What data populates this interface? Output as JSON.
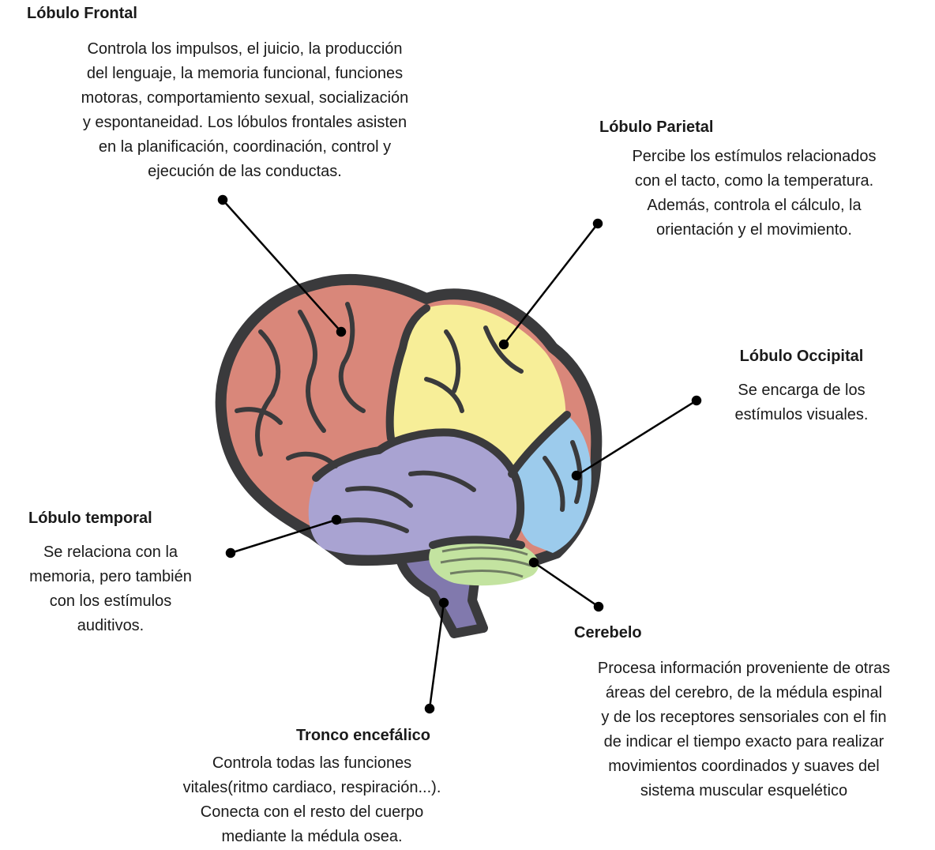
{
  "colors": {
    "outline": "#3a3a3c",
    "frontal": "#d9877a",
    "parietal": "#f7ee98",
    "occipital": "#9ccbec",
    "temporal": "#a9a3d2",
    "cerebellum": "#c3e3a0",
    "brainstem": "#8179ad",
    "leader": "#000000"
  },
  "labels": {
    "frontal": {
      "title": "Lóbulo Frontal",
      "lines": [
        "Controla los impulsos, el juicio, la producción",
        "del lenguaje, la memoria funcional, funciones",
        "motoras, comportamiento sexual, socialización",
        "y espontaneidad. Los lóbulos frontales asisten",
        "en la planificación, coordinación, control y",
        "ejecución de las conductas."
      ]
    },
    "parietal": {
      "title": "Lóbulo Parietal",
      "lines": [
        "Percibe los estímulos relacionados",
        "con el tacto, como la temperatura.",
        "Además, controla el cálculo, la",
        "orientación y el movimiento."
      ]
    },
    "occipital": {
      "title": "Lóbulo Occipital",
      "lines": [
        "Se encarga de los",
        "estímulos visuales."
      ]
    },
    "temporal": {
      "title": "Lóbulo temporal",
      "lines": [
        "Se relaciona con la",
        "memoria, pero también",
        "con los estímulos",
        "auditivos."
      ]
    },
    "cerebellum": {
      "title": "Cerebelo",
      "lines": [
        "Procesa información proveniente de otras",
        "áreas del cerebro, de la médula espinal",
        "y de los receptores sensoriales con el fin",
        "de indicar el tiempo exacto para realizar",
        "movimientos coordinados y suaves del",
        "sistema muscular esquelético"
      ]
    },
    "brainstem": {
      "title": "Tronco encefálico",
      "lines": [
        "Controla todas las funciones",
        "vitales(ritmo cardiaco, respiración...).",
        "Conecta con  el resto del cuerpo",
        "mediante la médula osea."
      ]
    }
  }
}
